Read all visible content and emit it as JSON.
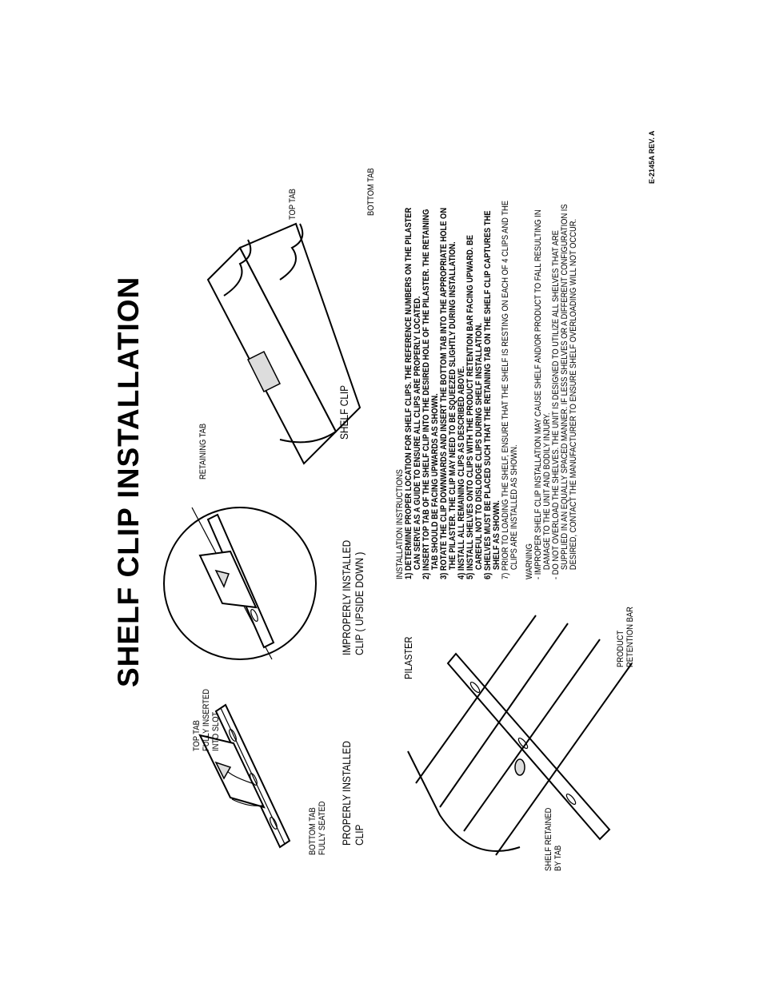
{
  "title": "SHELF CLIP INSTALLATION",
  "figures": {
    "proper": {
      "label_top_tab": "TOP TAB\nFULLY INSERTED\nINTO SLOT",
      "label_bottom_tab": "BOTTOM TAB\nFULLY SEATED",
      "caption": "PROPERLY INSTALLED\nCLIP"
    },
    "improper": {
      "caption": "IMPROPERLY INSTALLED\nCLIP ( UPSIDE DOWN )"
    },
    "clip_detail": {
      "label_retaining_tab": "RETAINING TAB",
      "label_shelf_clip": "SHELF CLIP",
      "label_top_tab": "TOP TAB",
      "label_bottom_tab": "BOTTOM TAB"
    },
    "shelf": {
      "label_pilaster": "PILASTER",
      "label_shelf_retained": "SHELF RETAINED\nBY TAB",
      "label_product_retention": "PRODUCT\nRETENTION BAR"
    }
  },
  "instructions": {
    "heading": "INSTALLATION INSTRUCTIONS",
    "steps": [
      "1) DETERMINE PROPER LOCATION FOR SHELF CLIPS. THE REFERENCE NUMBERS ON THE PILASTER CAN SERVE AS A GUIDE TO ENSURE ALL CLIPS ARE PROPERLY LOCATED.",
      "2) INSERT TOP TAB OF THE SHELF CLIP INTO THE DESIRED HOLE OF THE PILASTER. THE RETAINING TAB SHOULD BE FACING UPWARDS AS SHOWN.",
      "3) ROTATE THE CLIP DOWNWARDS AND INSERT THE BOTTOM TAB INTO THE APPROPRIATE HOLE ON THE PILASTER. THE CLIP MAY NEED TO BE SQUEEZED SLIGHTLY DURING INSTALLATION.",
      "4) INSTALL ALL REMAINING CLIPS AS DESCRIBED ABOVE.",
      "5) INSTALL SHELVES ONTO CLIPS WITH THE PRODUCT RETENTION BAR FACING UPWARD. BE CAREFUL NOT TO DISLODGE CLIPS DURING SHELF INSTALLATION.",
      "6) SHELVES MUST BE PLACED SUCH THAT THE RETAINING TAB ON THE SHELF CLIP CAPTURES THE SHELF AS SHOWN.",
      "7) PRIOR TO LOADING THE SHELF, ENSURE THAT THE SHELF IS RESTING ON EACH OF 4 CLIPS AND THE CLIPS ARE INSTALLED AS SHOWN."
    ]
  },
  "warning": {
    "heading": "WARNING",
    "items": [
      "- IMPROPER SHELF CLIP INSTALLATION MAY CAUSE SHELF AND/OR PRODUCT TO FALL RESULTING IN DAMAGE TO THE UNIT AND BODILY INJURY.",
      "- DO NOT OVERLOAD THE SHELVES. THE UNIT IS DESIGNED TO UTILIZE ALL SHELVES THAT ARE SUPPLIED IN AN EQUALLY SPACED MANNER. IF LESS SHELVES OR A DIFFERENT CONFIGURATION IS DESIRED, CONTACT THE MANUFACTURER TO ENSURE SHELF OVERLOADING WILL NOT OCCUR."
    ]
  },
  "doc_code": "E-2145A REV. A"
}
